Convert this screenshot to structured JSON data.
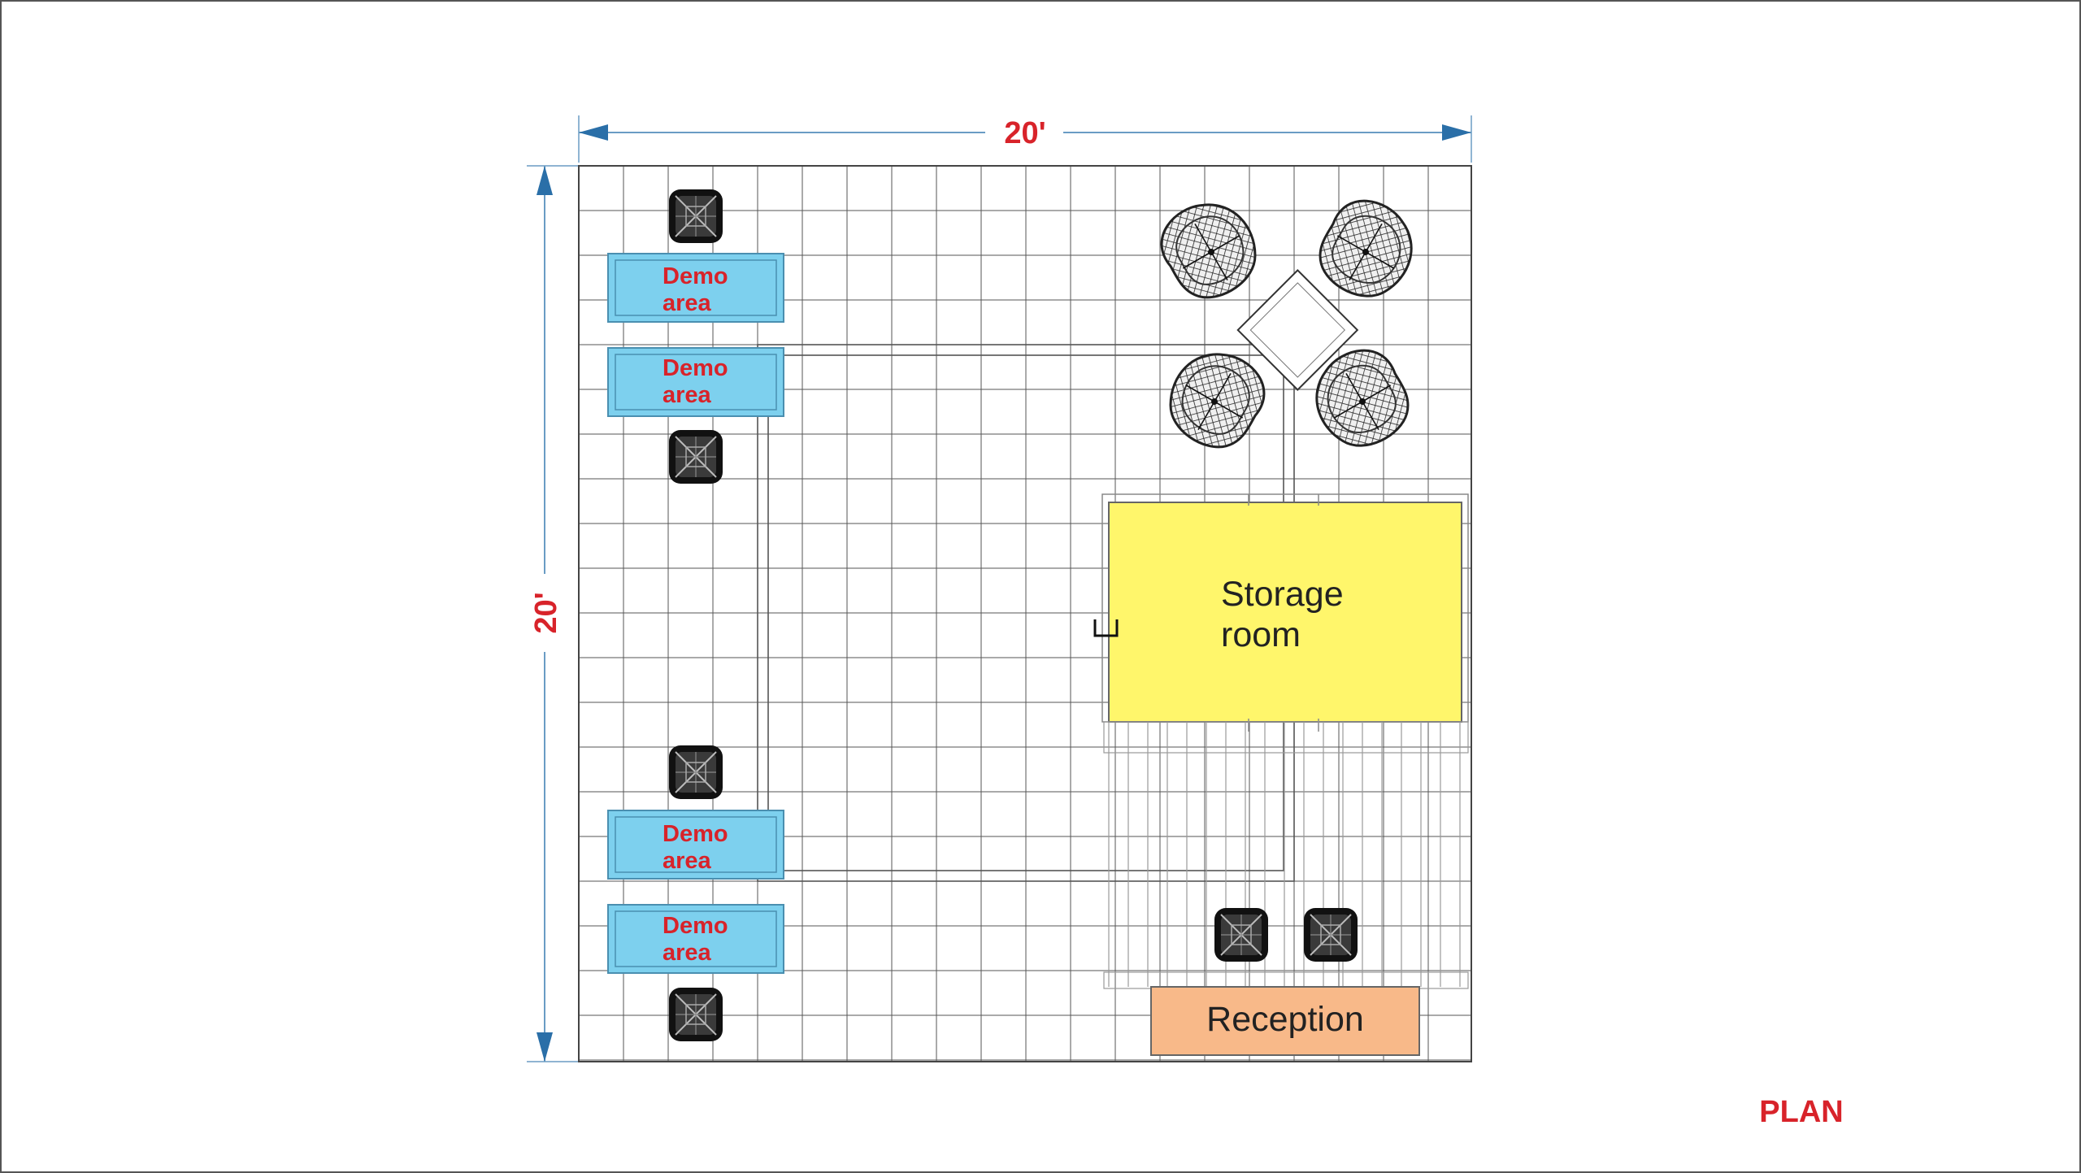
{
  "dimensions": {
    "width_label": "20'",
    "height_label": "20'"
  },
  "demo_areas": [
    {
      "line1": "Demo",
      "line2": "area"
    },
    {
      "line1": "Demo",
      "line2": "area"
    },
    {
      "line1": "Demo",
      "line2": "area"
    },
    {
      "line1": "Demo",
      "line2": "area"
    }
  ],
  "storage": {
    "line1": "Storage",
    "line2": "room"
  },
  "reception": {
    "label": "Reception"
  },
  "plan_label": "PLAN",
  "colors": {
    "dimension_text": "#d8232a",
    "dimension_arrow": "#2a6fa8",
    "demo_fill": "#7dd0ee",
    "storage_fill": "#fff66b",
    "reception_fill": "#f8b989",
    "grid": "#444444"
  },
  "icons": [
    "chair-icon",
    "lounge-chair-icon",
    "coffee-table-icon"
  ]
}
